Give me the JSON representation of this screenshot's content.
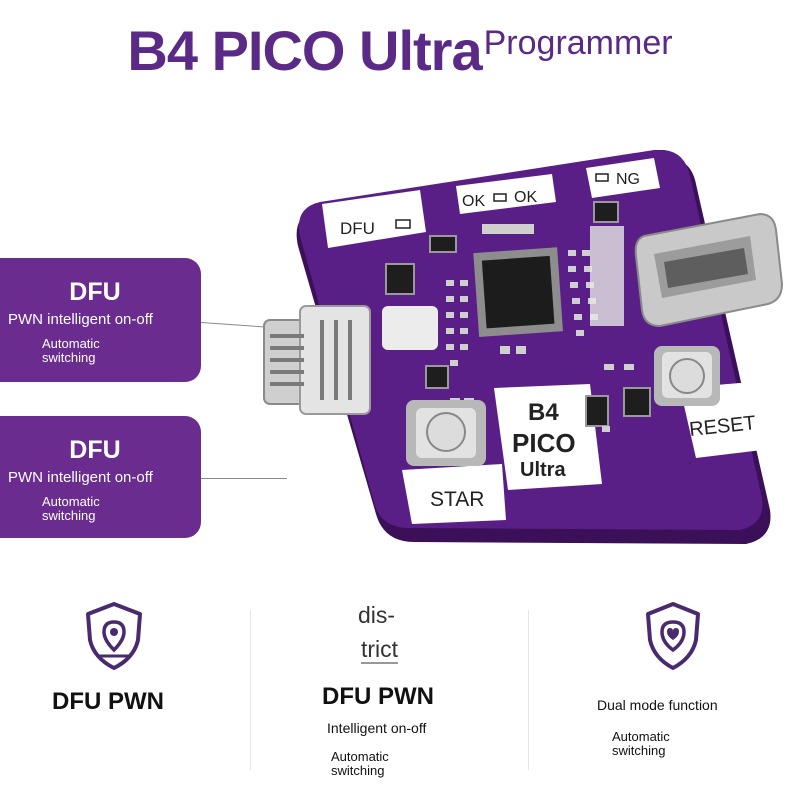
{
  "header": {
    "title_main": "B4 PICO Ultra",
    "title_sub": "Programmer"
  },
  "callouts": [
    {
      "heading": "DFU",
      "line": "PWN intelligent on-off",
      "auto": "Automatic switching"
    },
    {
      "heading": "DFU",
      "line": "PWN intelligent on-off",
      "auto": "Automatic switching"
    }
  ],
  "board": {
    "label_dfu": "DFU",
    "label_ok": "OK",
    "label_ok2": "OK",
    "label_ng": "NG",
    "label_reset": "RESET",
    "label_start": "STAR",
    "center_b4": "B4",
    "center_pico": "PICO",
    "center_ultra": "Ultra"
  },
  "features": [
    {
      "title": "DFU PWN",
      "icon": "shield-location-icon"
    },
    {
      "top": "dis-",
      "bottom": "trict",
      "title": "DFU PWN",
      "line": "Intelligent on-off",
      "auto": "Automatic switching"
    },
    {
      "title": "Dual mode function",
      "auto": "Automatic switching",
      "icon": "shield-heart-icon"
    }
  ],
  "colors": {
    "brand_purple": "#5b2a86",
    "board_purple": "#5a1f86",
    "callout_purple": "#6a2d8f"
  }
}
